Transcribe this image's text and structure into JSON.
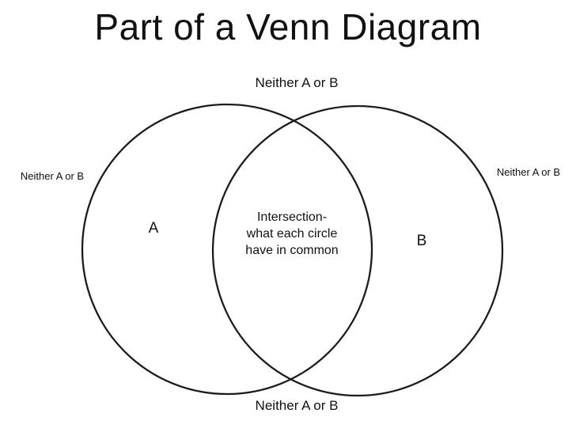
{
  "title": "Part of a Venn Diagram",
  "labels": {
    "outside_top": "Neither A or B",
    "outside_left": "Neither A or B",
    "outside_right": "Neither A or B",
    "outside_bottom": "Neither A or B",
    "set_a": "A",
    "set_b": "B"
  },
  "intersection": {
    "line1": "Intersection-",
    "line2": "what each circle",
    "line3": "have in common"
  },
  "colors": {
    "background": "#ffffff",
    "circle_stroke": "#1c1c1c",
    "text": "#111111"
  }
}
